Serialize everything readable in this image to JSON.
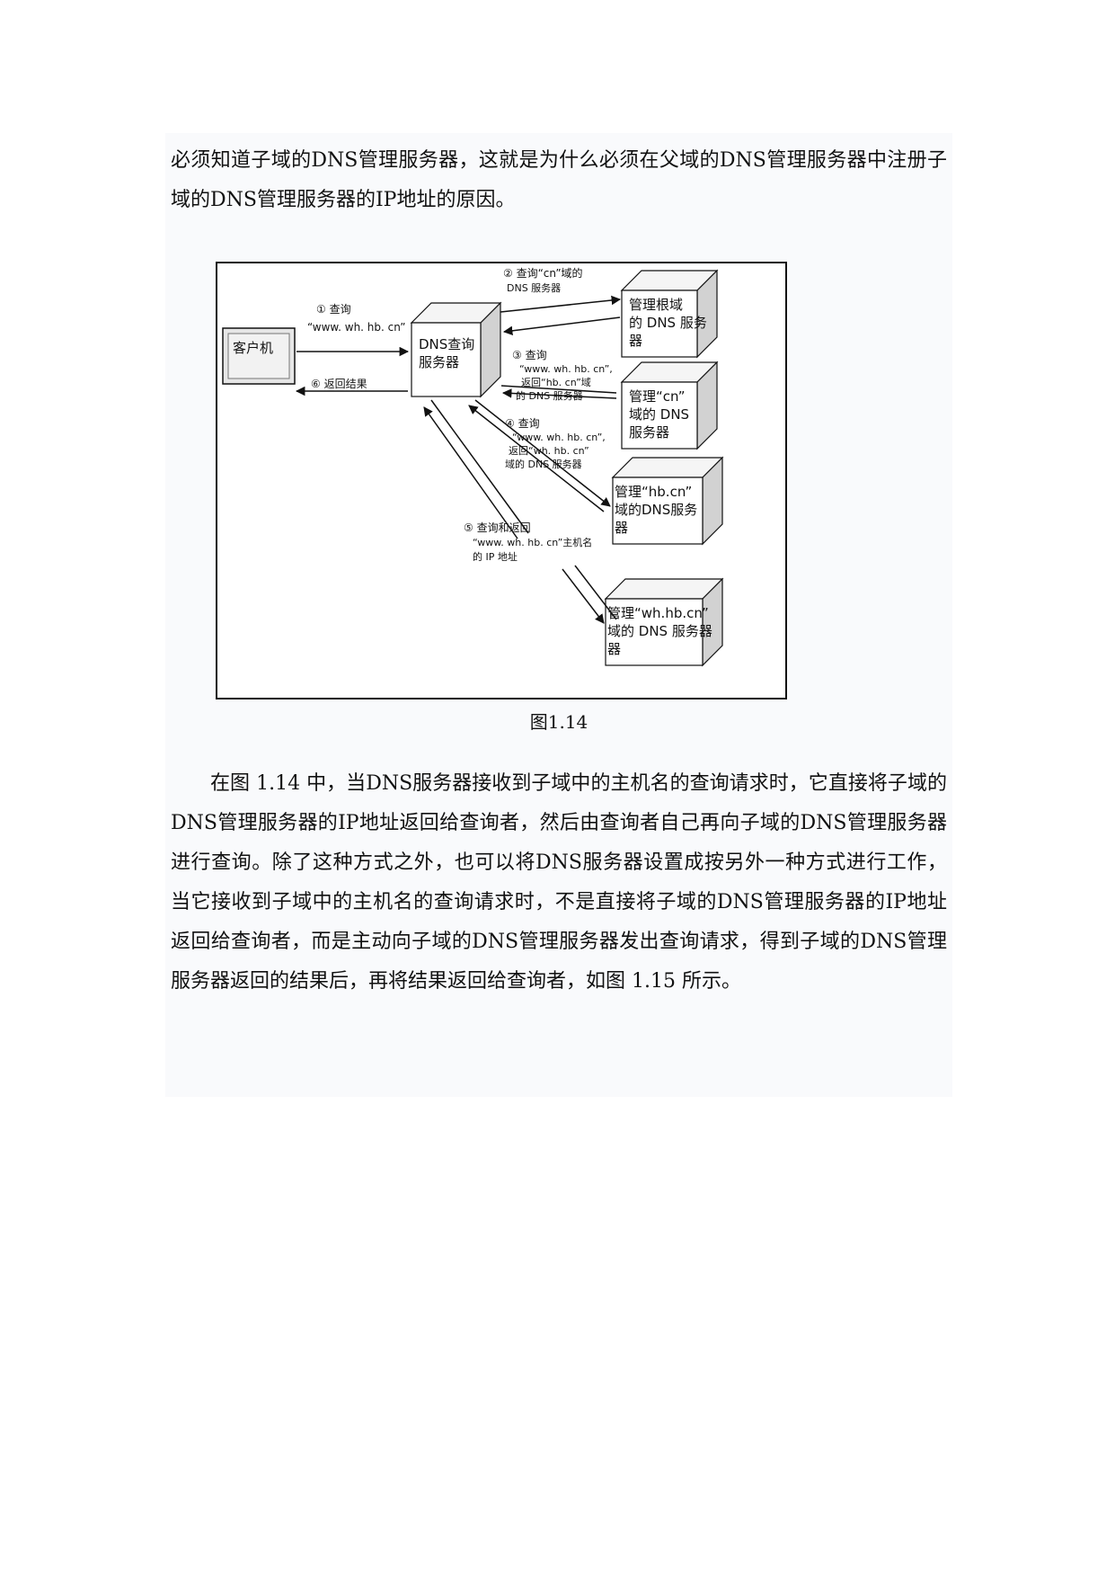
{
  "paragraph_intro": "必须知道子域的DNS管理服务器，这就是为什么必须在父域的DNS管理服务器中注册子域的DNS管理服务器的IP地址的原因。",
  "figure": {
    "client_label": "客户机",
    "dns_server_label": [
      "DNS查询",
      "服务器"
    ],
    "servers": [
      [
        "管理根域",
        "的 DNS 服务",
        "器"
      ],
      [
        "管理“cn”",
        "域的 DNS",
        "服务器"
      ],
      [
        "管理“hb.cn”",
        "域的DNS服务",
        "器"
      ],
      [
        "管理“wh.hb.cn”",
        "域的 DNS 服务器",
        "器"
      ]
    ],
    "step1": [
      "① 查询",
      "“www. wh. hb. cn”"
    ],
    "step2": [
      "② 查询“cn”域的",
      "DNS 服务器"
    ],
    "step3": [
      "③ 查询",
      "“www. wh. hb. cn”,",
      "返回“hb. cn”域",
      "的 DNS 服务器"
    ],
    "step4": [
      "④ 查询",
      "“www. wh. hb. cn”,",
      "返回“wh. hb. cn”",
      "域的 DNS 服务器"
    ],
    "step5": [
      "⑤ 查询和返回",
      "“www. wh. hb. cn”主机名",
      "的 IP 地址"
    ],
    "step6": "⑥ 返回结果"
  },
  "caption": "图1.14",
  "paragraph_body": "在图 1.14 中，当DNS服务器接收到子域中的主机名的查询请求时，它直接将子域的DNS管理服务器的IP地址返回给查询者，然后由查询者自己再向子域的DNS管理服务器进行查询。除了这种方式之外，也可以将DNS服务器设置成按另外一种方式进行工作，当它接收到子域中的主机名的查询请求时，不是直接将子域的DNS管理服务器的IP地址返回给查询者，而是主动向子域的DNS管理服务器发出查询请求，得到子域的DNS管理服务器返回的结果后，再将结果返回给查询者，如图 1.15 所示。"
}
